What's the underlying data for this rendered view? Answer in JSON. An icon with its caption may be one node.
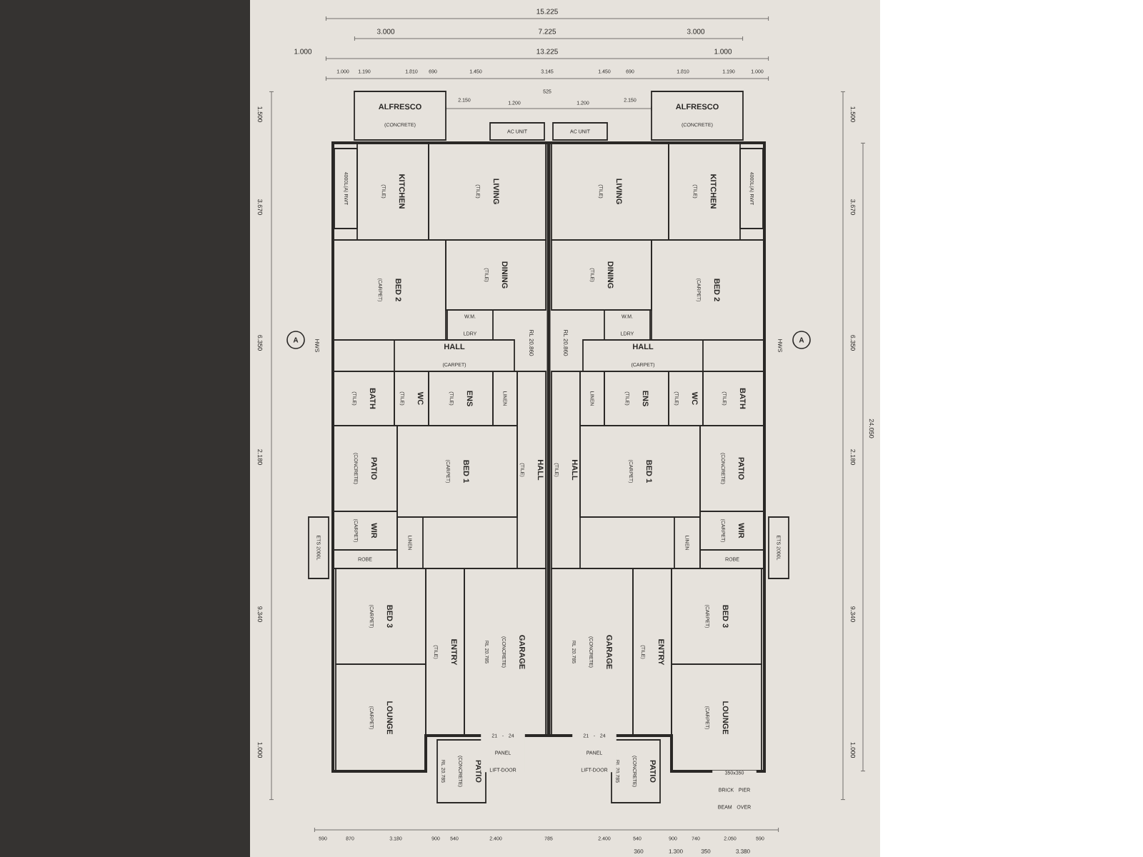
{
  "diagram": {
    "nodes": [
      {
        "text": [
          "ALFRESCO",
          "(CONCRETE)"
        ]
      },
      {
        "text": [
          "AC UNIT"
        ]
      },
      {
        "text": [
          "4000L(A) RWT"
        ]
      },
      {
        "text": [
          "KITCHEN",
          "(TILE)"
        ]
      },
      {
        "text": [
          "LIVING",
          "(TILE)"
        ]
      },
      {
        "text": [
          "DINING",
          "(TILE)"
        ]
      },
      {
        "text": [
          "BED 2",
          "(CARPET)"
        ]
      },
      {
        "text": [
          "W.M.",
          "LDRY"
        ]
      },
      {
        "text": [
          "HALL",
          "(CARPET)"
        ]
      },
      {
        "text": [
          "BATH",
          "(TILE)"
        ]
      },
      {
        "text": [
          "WC",
          "(TILE)"
        ]
      },
      {
        "text": [
          "ENS",
          "(TILE)"
        ]
      },
      {
        "text": [
          "LINEN"
        ]
      },
      {
        "text": [
          "HALL",
          "(TILE)"
        ]
      },
      {
        "text": [
          "PATIO",
          "(CONCRETE)"
        ]
      },
      {
        "text": [
          "BED 1",
          "(CARPET)"
        ]
      },
      {
        "text": [
          "WIR",
          "(CARPET)"
        ]
      },
      {
        "text": [
          "ROBE"
        ]
      },
      {
        "text": [
          "LINEN"
        ]
      },
      {
        "text": [
          "ETS 2000L"
        ]
      },
      {
        "text": [
          "BED 3",
          "(CARPET)"
        ]
      },
      {
        "text": [
          "LOUNGE",
          "(CARPET)"
        ]
      },
      {
        "text": [
          "ENTRY",
          "(TILE)"
        ]
      },
      {
        "text": [
          "GARAGE",
          "(CONCRETE)",
          "RL 20.785"
        ]
      },
      {
        "text": [
          "PATIO",
          "(CONCRETE)",
          "RL 20.785"
        ]
      },
      {
        "text": [
          "A"
        ]
      },
      {
        "text": [
          "ALFRESCO",
          "(CONCRETE)"
        ]
      },
      {
        "text": [
          "AC UNIT"
        ]
      },
      {
        "text": [
          "4000L(A) RWT"
        ]
      },
      {
        "text": [
          "KITCHEN",
          "(TILE)"
        ]
      },
      {
        "text": [
          "LIVING",
          "(TILE)"
        ]
      },
      {
        "text": [
          "DINING",
          "(TILE)"
        ]
      },
      {
        "text": [
          "BED 2",
          "(CARPET)"
        ]
      },
      {
        "text": [
          "W.M.",
          "LDRY"
        ]
      },
      {
        "text": [
          "HALL",
          "(CARPET)"
        ]
      },
      {
        "text": [
          "BATH",
          "(TILE)"
        ]
      },
      {
        "text": [
          "WC",
          "(TILE)"
        ]
      },
      {
        "text": [
          "ENS",
          "(TILE)"
        ]
      },
      {
        "text": [
          "LINEN"
        ]
      },
      {
        "text": [
          "HALL",
          "(TILE)"
        ]
      },
      {
        "text": [
          "PATIO",
          "(CONCRETE)"
        ]
      },
      {
        "text": [
          "BED 1",
          "(CARPET)"
        ]
      },
      {
        "text": [
          "WIR",
          "(CARPET)"
        ]
      },
      {
        "text": [
          "ROBE"
        ]
      },
      {
        "text": [
          "LINEN"
        ]
      },
      {
        "text": [
          "ETS 2000L"
        ]
      },
      {
        "text": [
          "BED 3",
          "(CARPET)"
        ]
      },
      {
        "text": [
          "LOUNGE",
          "(CARPET)"
        ]
      },
      {
        "text": [
          "ENTRY",
          "(TILE)"
        ]
      },
      {
        "text": [
          "GARAGE",
          "(CONCRETE)",
          "RL 20.785"
        ]
      },
      {
        "text": [
          "PATIO",
          "(CONCRETE)",
          "RL 20.785"
        ]
      },
      {
        "text": [
          "A"
        ]
      }
    ],
    "labels": [
      "15.225",
      "3.000",
      "7.225",
      "3.000",
      "1.000",
      "13.225",
      "1.000",
      "1.000",
      "1.190",
      "1.810",
      "690",
      "1.450",
      "3.145",
      "1.450",
      "690",
      "1.810",
      "1.190",
      "1.000",
      "2.150",
      "1.200",
      "525",
      "1.200",
      "2.150",
      "1.500",
      "3.670",
      "6.350",
      "2.180",
      "9.340",
      "1.000",
      "1.500",
      "3.670",
      "6.350",
      "24.050",
      "2.180",
      "9.340",
      "1.000",
      "HWS",
      "HWS",
      "RL 20.860",
      "RL 20.860",
      "21 - 24 PANEL LIFT-DOOR",
      "21 - 24 PANEL LIFT-DOOR",
      "350x350 BRICK PIER BEAM OVER",
      "590",
      "870",
      "3.180",
      "900",
      "540",
      "2.400",
      "785",
      "2.400",
      "540",
      "900",
      "740",
      "2.050",
      "590",
      "360",
      "1.300",
      "350",
      "3.380"
    ]
  }
}
